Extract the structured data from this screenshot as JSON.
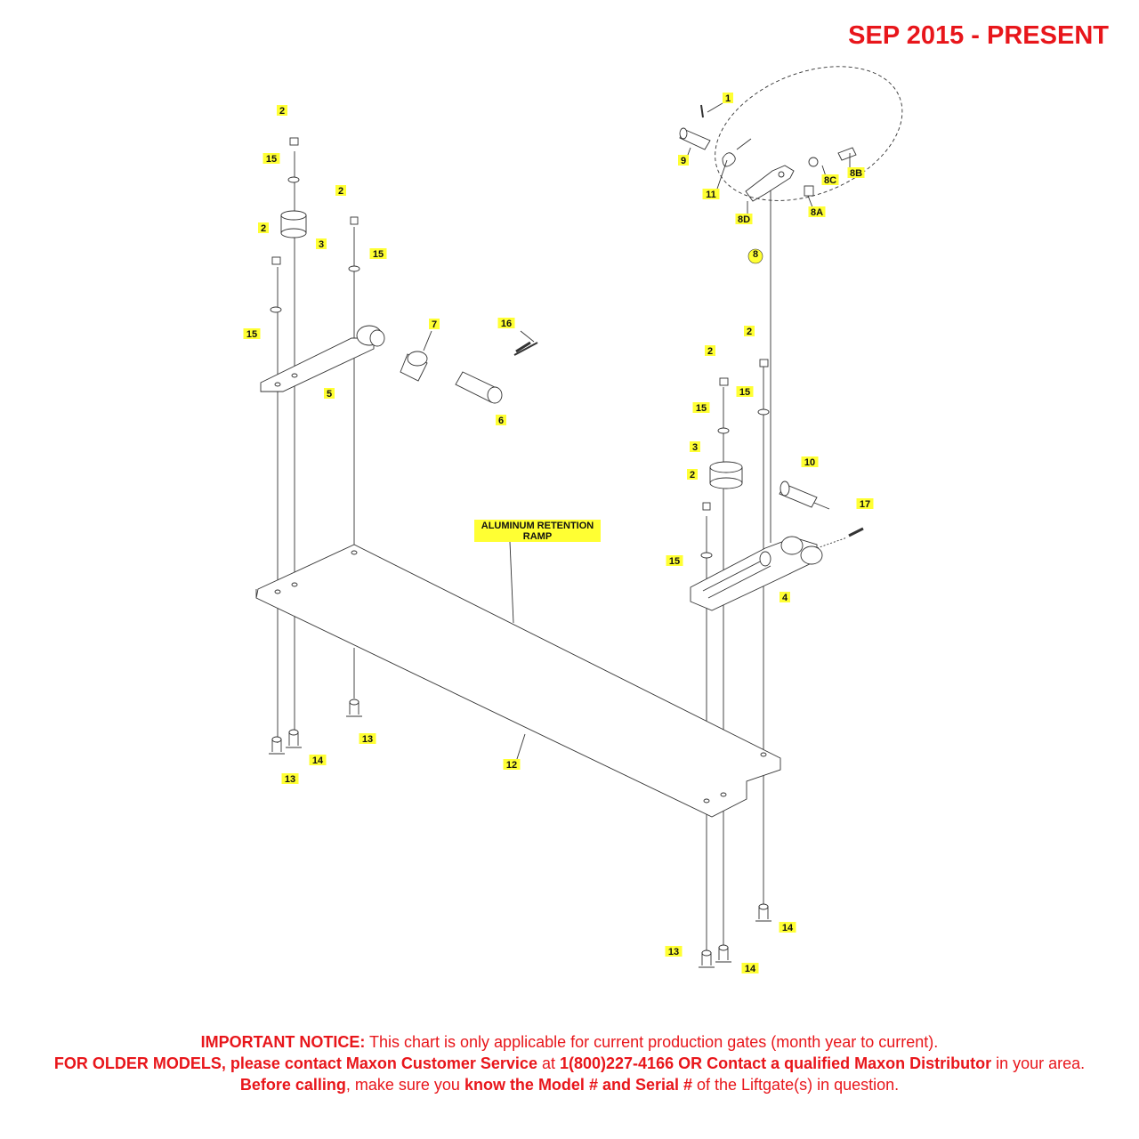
{
  "header": {
    "date_range": "SEP 2015 - PRESENT"
  },
  "diagram": {
    "ramp_label_line1": "ALUMINUM RETENTION",
    "ramp_label_line2": "RAMP",
    "callouts": {
      "c1": "1",
      "c9": "9",
      "c11": "11",
      "c8B": "8B",
      "c8C": "8C",
      "c8D": "8D",
      "c8A": "8A",
      "c8": "8",
      "c2_left_top": "2",
      "c15_left_top": "15",
      "c3_left": "3",
      "c2_left_mid": "2",
      "c15_left_mid": "15",
      "c2_left_low": "2",
      "c15_left_low": "15",
      "c5": "5",
      "c7": "7",
      "c16": "16",
      "c6": "6",
      "c2_right_a": "2",
      "c2_right_b": "2",
      "c15_right_a": "15",
      "c15_right_b": "15",
      "c3_right": "3",
      "c10": "10",
      "c17": "17",
      "c2_right_c": "2",
      "c15_right_c": "15",
      "c4": "4",
      "c12": "12",
      "c13_a": "13",
      "c13_b": "13",
      "c14_a": "14",
      "c14_b": "14",
      "c14_c": "14",
      "c13_c": "13"
    }
  },
  "notice": {
    "p1_bold": "IMPORTANT NOTICE:",
    "p1_text": " This chart is only applicable for current production gates (month year to current).",
    "p2_bold": "FOR OLDER MODELS, please contact Maxon Customer Service",
    "p2_text": " at ",
    "p3_bold": "1(800)227-4166 OR Contact a qualified Maxon Distributor",
    "p3_text": " in your area. ",
    "p4_bold": "Before calling",
    "p4_text": ", make sure you ",
    "p5_bold": "know the Model # and Serial #",
    "p5_text": " of the Liftgate(s) in question."
  },
  "colors": {
    "accent_red": "#e8161b",
    "label_yellow": "#ffff33",
    "line": "#333333"
  }
}
